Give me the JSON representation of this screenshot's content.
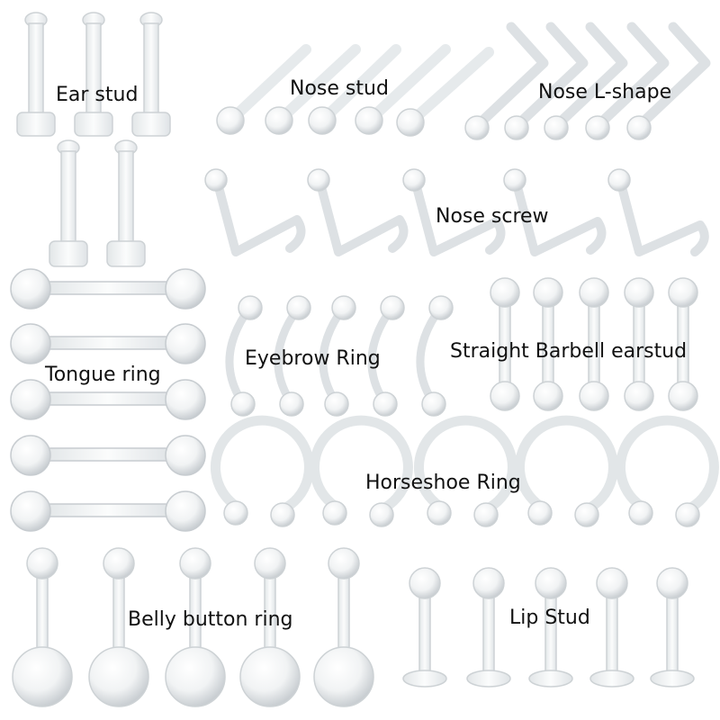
{
  "background_color": "#ffffff",
  "piece_stroke_color": "#cfd3d6",
  "piece_fill_color": "#f4f6f7",
  "labels": {
    "ear_stud": "Ear stud",
    "nose_stud": "Nose stud",
    "nose_l_shape": "Nose L-shape",
    "nose_screw": "Nose screw",
    "tongue_ring": "Tongue ring",
    "eyebrow_ring": "Eyebrow Ring",
    "straight_barbell": "Straight Barbell earstud",
    "horseshoe_ring": "Horseshoe Ring",
    "belly_button_ring": "Belly button ring",
    "lip_stud": "Lip Stud"
  },
  "counts": {
    "ear_stud": 5,
    "nose_stud": 5,
    "nose_l_shape": 5,
    "nose_screw": 5,
    "tongue_ring": 5,
    "eyebrow_ring": 5,
    "straight_barbell": 5,
    "horseshoe_ring": 5,
    "belly_button_ring": 5,
    "lip_stud": 5
  }
}
